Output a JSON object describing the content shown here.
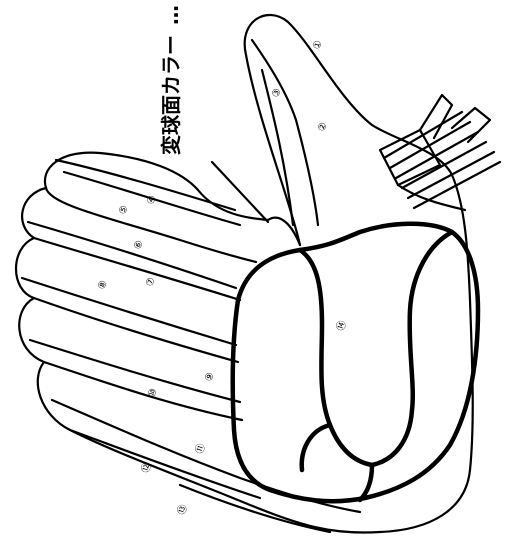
{
  "diagram": {
    "vertical_label": "変球面カラー",
    "label_dots": "…",
    "markers": [
      "①",
      "②",
      "③",
      "④",
      "⑤",
      "⑥",
      "⑦",
      "⑧",
      "⑨",
      "⑩",
      "⑪",
      "⑫",
      "⑬",
      "⑭"
    ],
    "colors": {
      "line": "#000000",
      "background": "#ffffff"
    }
  }
}
